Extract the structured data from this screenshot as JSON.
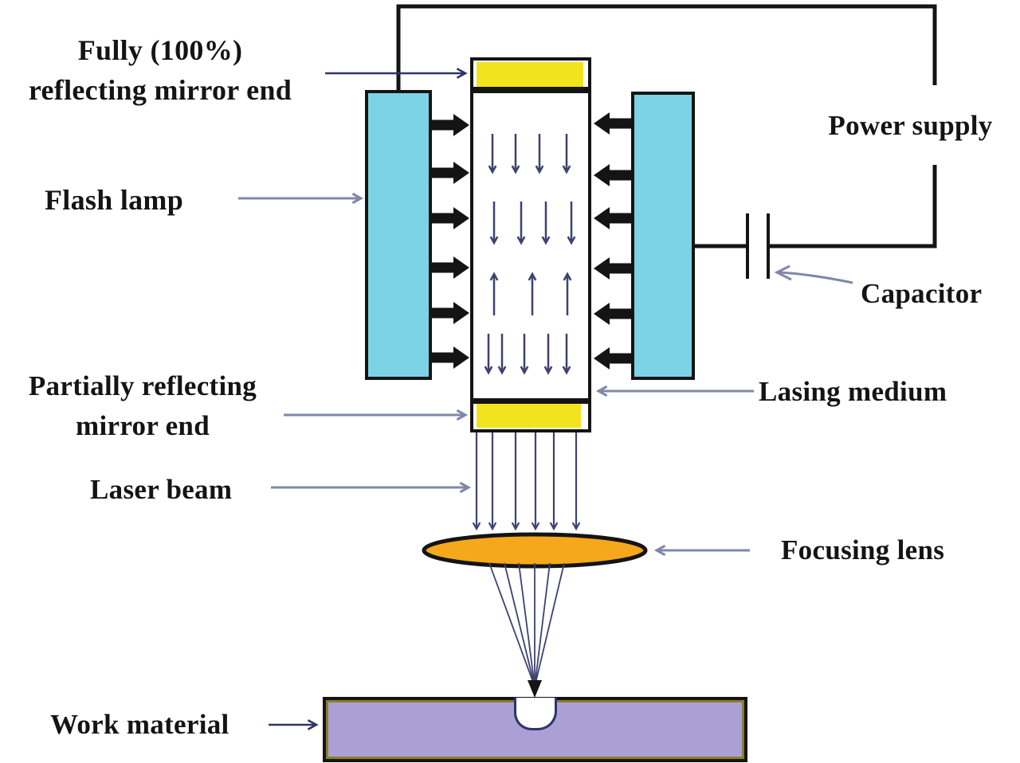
{
  "title": "Laser beam machining schematic",
  "labels": {
    "fully_reflecting_line1": "Fully (100%)",
    "fully_reflecting_line2": "reflecting mirror end",
    "flash_lamp": "Flash lamp",
    "power_supply": "Power supply",
    "capacitor": "Capacitor",
    "partially_reflecting_line1": "Partially reflecting",
    "partially_reflecting_line2": "mirror end",
    "laser_beam": "Laser beam",
    "lasing_medium": "Lasing medium",
    "focusing_lens": "Focusing lens",
    "work_material": "Work material"
  },
  "colors": {
    "flash_lamp": "#7cd3e6",
    "mirror": "#f2e31f",
    "lens": "#f6a81c",
    "work_material": "#aaa0d6",
    "work_material_border": "#8b7d2a",
    "wire": "#141414",
    "pump_arrow": "#141414",
    "photon_arrow": "#3d4270",
    "label_arrow_slate": "#8088aa",
    "label_arrow_navy": "#2e3468",
    "text": "#141414"
  }
}
